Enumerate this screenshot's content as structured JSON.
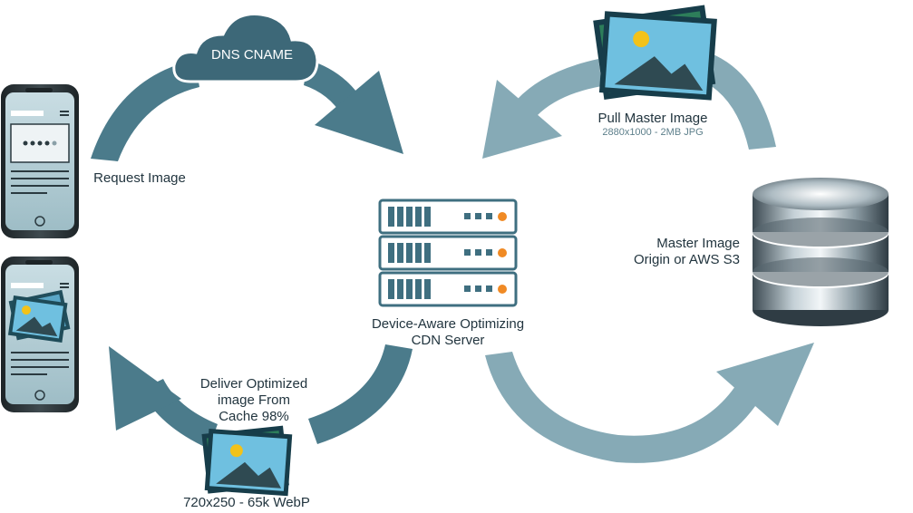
{
  "labels": {
    "dns_cname": "DNS CNAME",
    "request_image": "Request Image",
    "pull_master_image": "Pull Master Image",
    "pull_master_spec": "2880x1000 - 2MB JPG",
    "master_image_line1": "Master Image",
    "master_image_line2": "Origin or AWS S3",
    "cdn_server_line1": "Device-Aware Optimizing",
    "cdn_server_line2": "CDN Server",
    "deliver_line1": "Deliver Optimized",
    "deliver_line2": "image From",
    "deliver_line3": "Cache 98%",
    "deliver_spec": "720x250 - 65k WebP"
  },
  "colors": {
    "dark_arrow": "#4b7b8b",
    "light_arrow": "#86aab6",
    "server_bar": "#3f6f80",
    "server_led": "#f08a24",
    "cloud": "#3d6878"
  }
}
